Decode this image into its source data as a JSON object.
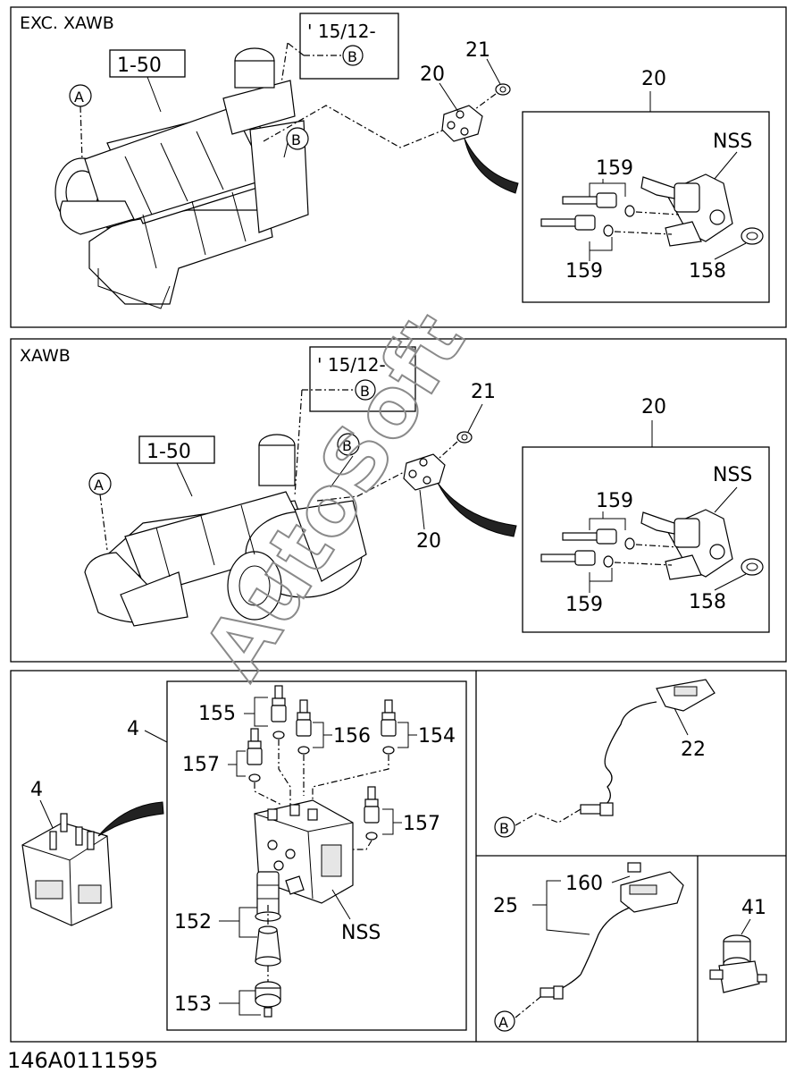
{
  "drawing_number": "146A0111595",
  "watermark": "AutoSoft",
  "panels": {
    "exc_xawb": {
      "title": "EXC. XAWB",
      "ref_box": "1-50",
      "date_note": "' 15/12-",
      "callouts": {
        "A": "A",
        "B_note": "B",
        "B_part": "B"
      },
      "part_labels": {
        "p20_main": "20",
        "p21": "21",
        "p20_inset": "20",
        "nss": "NSS",
        "p159_top": "159",
        "p159_bottom": "159",
        "p158": "158"
      }
    },
    "xawb": {
      "title": "XAWB",
      "ref_box": "1-50",
      "date_note": "' 15/12-",
      "callouts": {
        "A": "A",
        "B_note": "B",
        "B_part": "B"
      },
      "part_labels": {
        "p20_main": "20",
        "p21": "21",
        "p20_inset": "20",
        "nss": "NSS",
        "p159_top": "159",
        "p159_bottom": "159",
        "p158": "158"
      }
    },
    "bottom_left": {
      "part_labels": {
        "p4_outer": "4",
        "p4_inner": "4",
        "p155": "155",
        "p156": "156",
        "p154": "154",
        "p157_left": "157",
        "p157_right": "157",
        "p152": "152",
        "p153": "153",
        "nss": "NSS"
      }
    },
    "sensor_22": {
      "part_labels": {
        "p22": "22"
      },
      "callouts": {
        "B": "B"
      }
    },
    "sensor_25": {
      "part_labels": {
        "p25": "25",
        "p160": "160"
      },
      "callouts": {
        "A": "A"
      }
    },
    "valve_41": {
      "part_labels": {
        "p41": "41"
      }
    }
  }
}
